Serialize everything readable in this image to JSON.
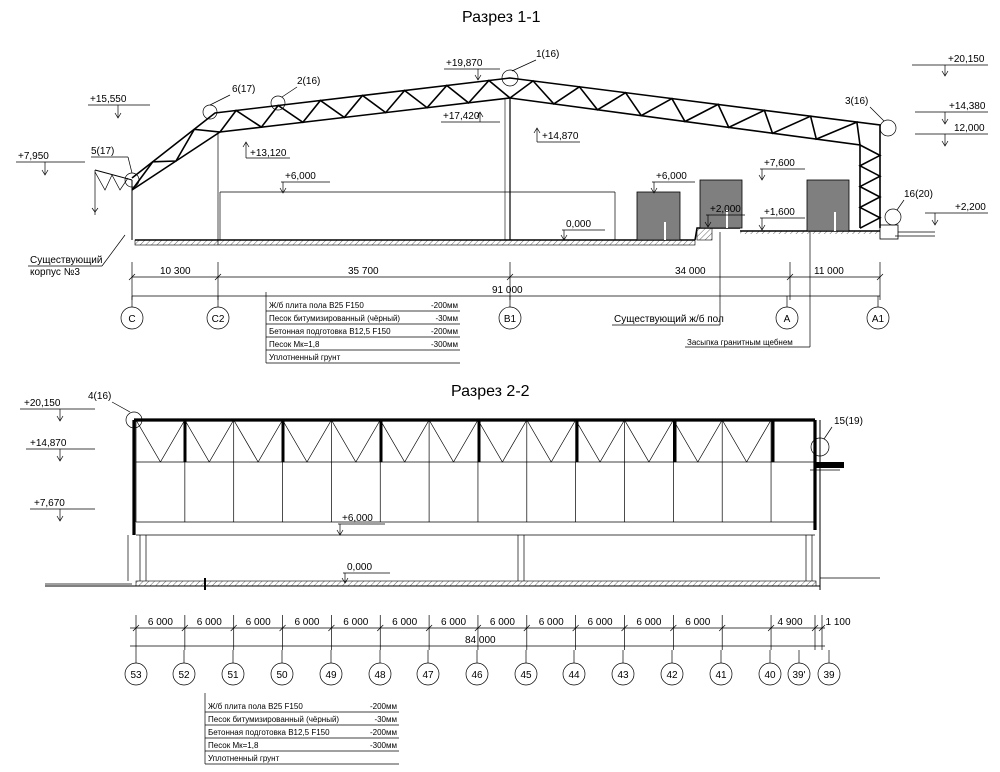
{
  "section1": {
    "title": "Разрез 1-1",
    "elevations": {
      "e1": "+7,950",
      "e2": "+15,550",
      "e3": "+19,870",
      "e4": "+17,420",
      "e5": "+13,120",
      "e6": "+14,870",
      "e7": "+6,000",
      "e8": "+6,000",
      "e9": "+7,600",
      "e10": "+2,000",
      "e11": "+1,600",
      "e12": "0,000",
      "e13": "+20,150",
      "e14": "+14,380",
      "e15": "12,000",
      "e16": "+2,200"
    },
    "nodes": {
      "n1": "5(17)",
      "n2": "6(17)",
      "n3": "2(16)",
      "n4": "1(16)",
      "n5": "3(16)",
      "n6": "16(20)"
    },
    "notes": {
      "existing_building": "Существующий\nкорпус №3",
      "existing_floor": "Существующий ж/б пол",
      "gravel_fill": "Засыпка гранитным щебнем"
    },
    "dimensions": [
      "10 300",
      "35 700",
      "34 000",
      "11 000"
    ],
    "total": "91 000",
    "axes": [
      "C",
      "C2",
      "B1",
      "A",
      "A1"
    ],
    "layers": [
      {
        "name": "Ж/б плита пола B25 F150",
        "value": "-200мм"
      },
      {
        "name": "Песок битумизированный (чёрный)",
        "value": "-30мм"
      },
      {
        "name": "Бетонная подготовка B12,5 F150",
        "value": "-200мм"
      },
      {
        "name": "Песок Мк=1,8",
        "value": "-300мм"
      },
      {
        "name": "Уплотненный грунт",
        "value": ""
      }
    ]
  },
  "section2": {
    "title": "Разрез 2-2",
    "elevations": {
      "e1": "+20,150",
      "e2": "+14,870",
      "e3": "+7,670",
      "e4": "+6,000",
      "e5": "0,000"
    },
    "nodes": {
      "n1": "4(16)",
      "n2": "15(19)"
    },
    "dimensions": [
      "6 000",
      "6 000",
      "6 000",
      "6 000",
      "6 000",
      "6 000",
      "6 000",
      "6 000",
      "6 000",
      "6 000",
      "6 000",
      "6 000",
      "4 900",
      "1 100"
    ],
    "total": "84 000",
    "axes": [
      "53",
      "52",
      "51",
      "50",
      "49",
      "48",
      "47",
      "46",
      "45",
      "44",
      "43",
      "42",
      "41",
      "40",
      "39'",
      "39"
    ],
    "layers": [
      {
        "name": "Ж/б плита пола B25 F150",
        "value": "-200мм"
      },
      {
        "name": "Песок битумизированный (чёрный)",
        "value": "-30мм"
      },
      {
        "name": "Бетонная подготовка B12,5 F150",
        "value": "-200мм"
      },
      {
        "name": "Песок Мк=1,8",
        "value": "-300мм"
      },
      {
        "name": "Уплотненный грунт",
        "value": ""
      }
    ]
  }
}
